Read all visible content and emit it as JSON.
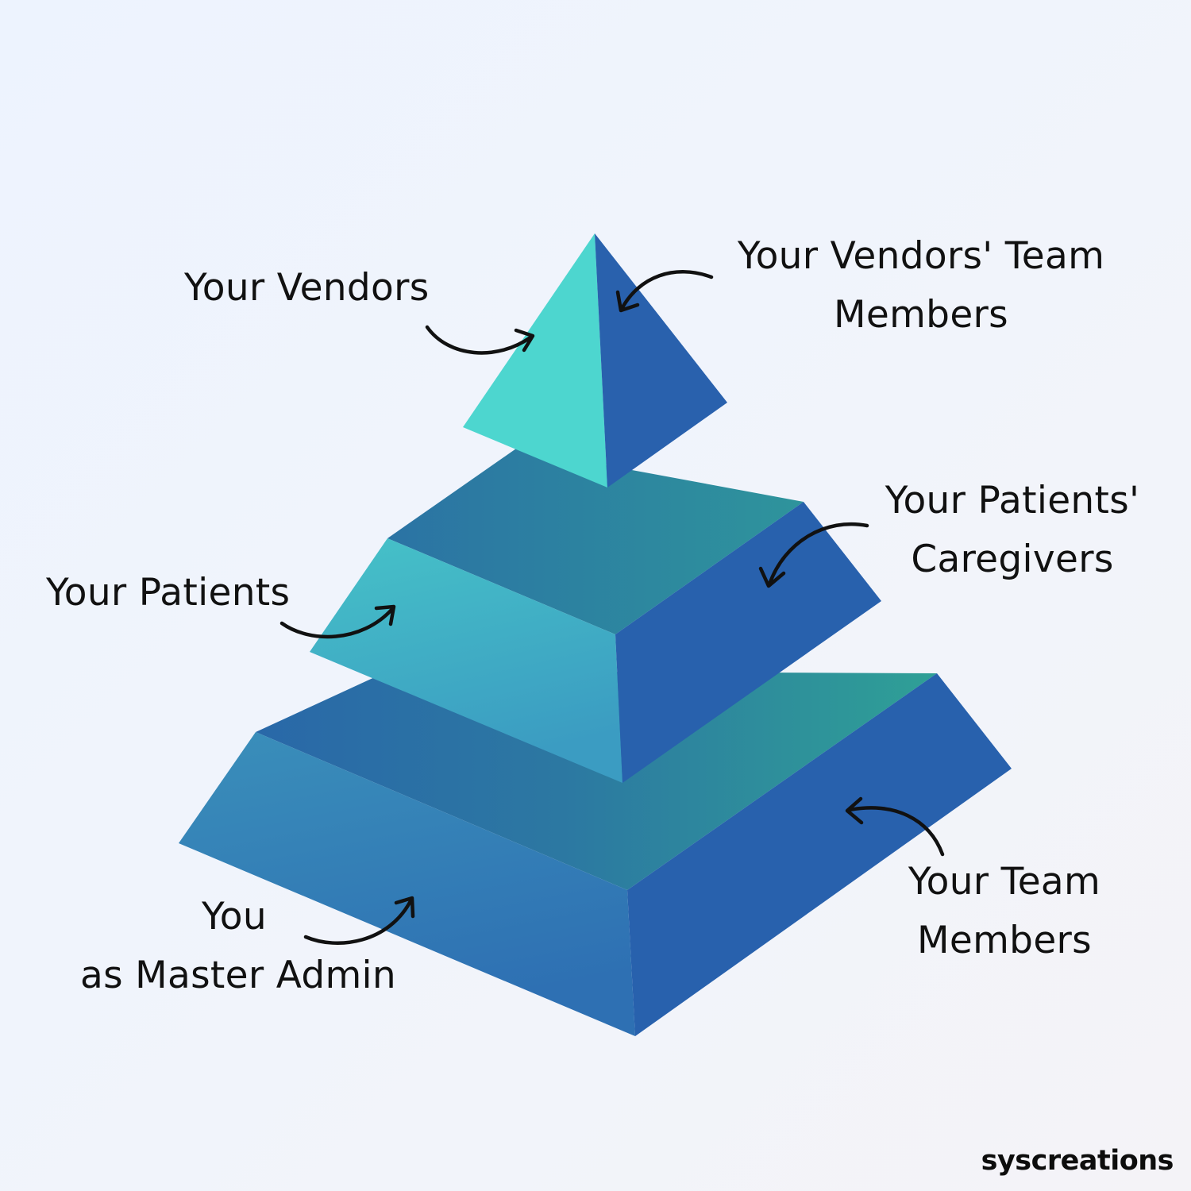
{
  "labels": {
    "vendors": "Your Vendors",
    "vendor_team_line1": "Your Vendors' Team",
    "vendor_team_line2": "Members",
    "patients": "Your Patients",
    "caregivers_line1": "Your Patients'",
    "caregivers_line2": "Caregivers",
    "you_line1": "You",
    "you_line2": "as Master Admin",
    "team_line1": "Your Team",
    "team_line2": "Members"
  },
  "brand": "syscreations",
  "colors": {
    "teal_light": "#4dd6cf",
    "blue_dark": "#2961ad",
    "teal_mid": "#2e9a9c",
    "blue_mid": "#2c74a6",
    "text": "#111111"
  }
}
